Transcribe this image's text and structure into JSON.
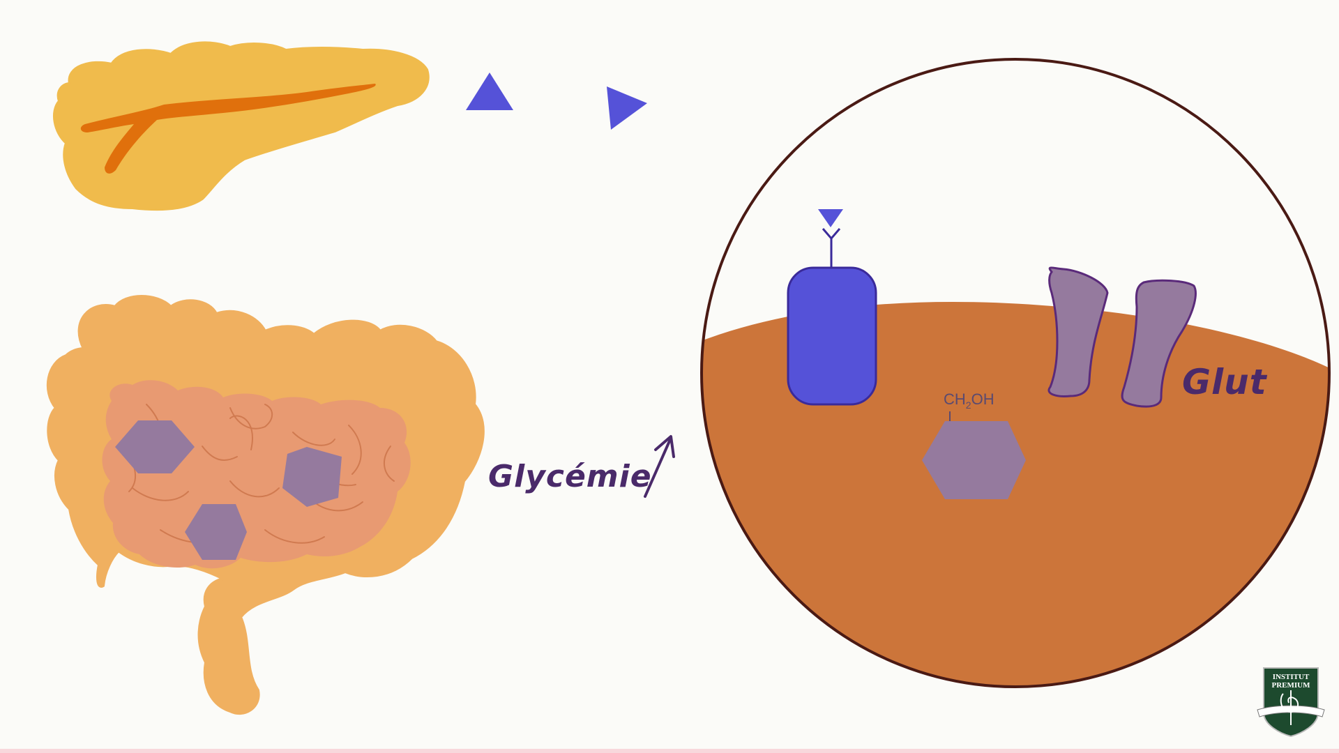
{
  "labels": {
    "glycemie": "Glycémie",
    "glut": "Glut",
    "glucose_group": "CH",
    "glucose_sub": "2",
    "glucose_tail": "OH"
  },
  "logo": {
    "line1": "INSTITUT",
    "line2": "PREMIUM"
  },
  "colors": {
    "background": "#fbfbf8",
    "pancreas": "#f0bb4c",
    "pancreatic_duct": "#e0700c",
    "intestine_outer": "#f0b060",
    "intestine_inner": "#e89a72",
    "glucose": "#957a9e",
    "insulin": "#5552d8",
    "cell_interior": "#cc753a",
    "circle_border": "#4a1a14",
    "label_purple": "#4a2a6a",
    "logo_green": "#1d4a2e"
  }
}
